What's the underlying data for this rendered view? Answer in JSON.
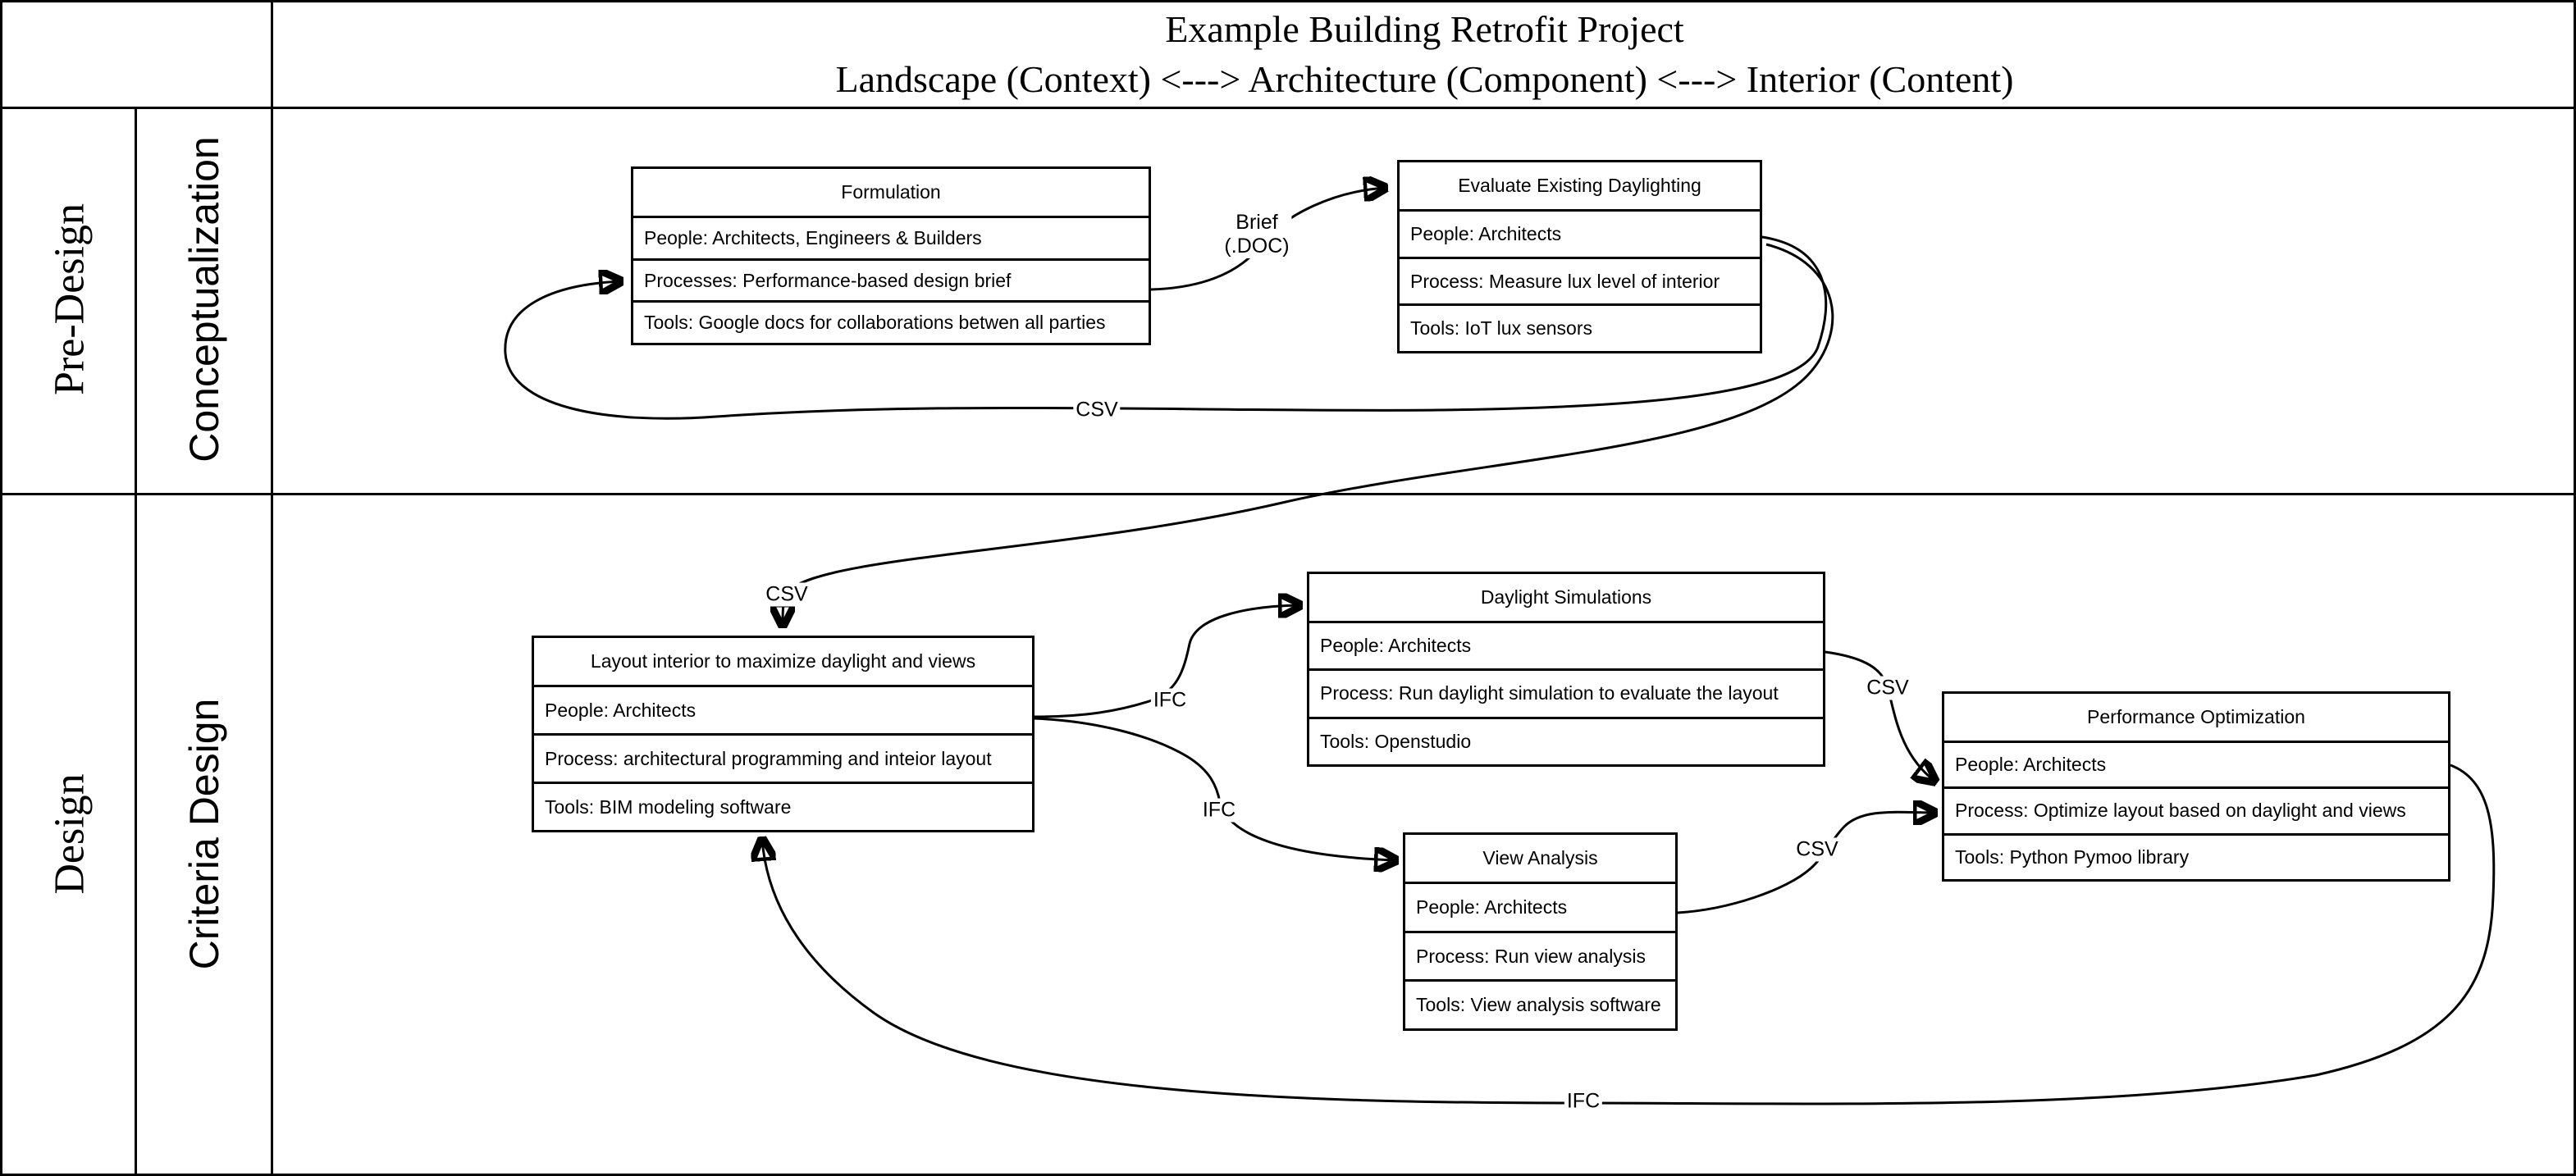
{
  "header": {
    "title_line1": "Example Building Retrofit Project",
    "title_line2": "Landscape (Context) <---> Architecture (Component) <---> Interior (Content)"
  },
  "phases": {
    "predesign": {
      "label": "Pre-Design"
    },
    "design": {
      "label": "Design"
    }
  },
  "lanes": {
    "conceptualization": {
      "label": "Conceptualization"
    },
    "criteria_design": {
      "label": "Criteria Design"
    }
  },
  "nodes": {
    "formulation": {
      "title": "Formulation",
      "people": "People: Architects, Engineers & Builders",
      "process": "Processes: Performance-based design brief",
      "tools": "Tools: Google docs for collaborations betwen all parties"
    },
    "evaluate_daylighting": {
      "title": "Evaluate Existing Daylighting",
      "people": "People: Architects",
      "process": "Process: Measure lux level of interior",
      "tools": "Tools: IoT lux sensors"
    },
    "layout_interior": {
      "title": "Layout interior to maximize daylight and views",
      "people": "People: Architects",
      "process": "Process: architectural programming and inteior layout",
      "tools": "Tools: BIM modeling software"
    },
    "daylight_simulations": {
      "title": "Daylight Simulations",
      "people": "People: Architects",
      "process": "Process: Run daylight simulation to evaluate the layout",
      "tools": "Tools: Openstudio"
    },
    "view_analysis": {
      "title": "View Analysis",
      "people": "People: Architects",
      "process": "Process: Run view analysis",
      "tools": "Tools: View analysis software"
    },
    "performance_optimization": {
      "title": "Performance Optimization",
      "people": "People: Architects",
      "process": "Process: Optimize layout based on daylight and views",
      "tools": "Tools: Python Pymoo library"
    }
  },
  "edges": {
    "brief": {
      "from": "formulation",
      "to": "evaluate_daylighting",
      "label_line1": "Brief",
      "label_line2": "(.DOC)"
    },
    "csv_loop_back": {
      "from": "evaluate_daylighting",
      "to": "formulation",
      "label": "CSV"
    },
    "csv_to_layout": {
      "from": "evaluate_daylighting",
      "to": "layout_interior",
      "label": "CSV"
    },
    "ifc_to_daylight": {
      "from": "layout_interior",
      "to": "daylight_simulations",
      "label": "IFC"
    },
    "ifc_to_view": {
      "from": "layout_interior",
      "to": "view_analysis",
      "label": "IFC"
    },
    "csv_daylight_to_perf": {
      "from": "daylight_simulations",
      "to": "performance_optimization",
      "label": "CSV"
    },
    "csv_view_to_perf": {
      "from": "view_analysis",
      "to": "performance_optimization",
      "label": "CSV"
    },
    "ifc_return": {
      "from": "performance_optimization",
      "to": "layout_interior",
      "label": "IFC"
    }
  },
  "colors": {
    "line": "#000000",
    "background": "#ffffff"
  }
}
